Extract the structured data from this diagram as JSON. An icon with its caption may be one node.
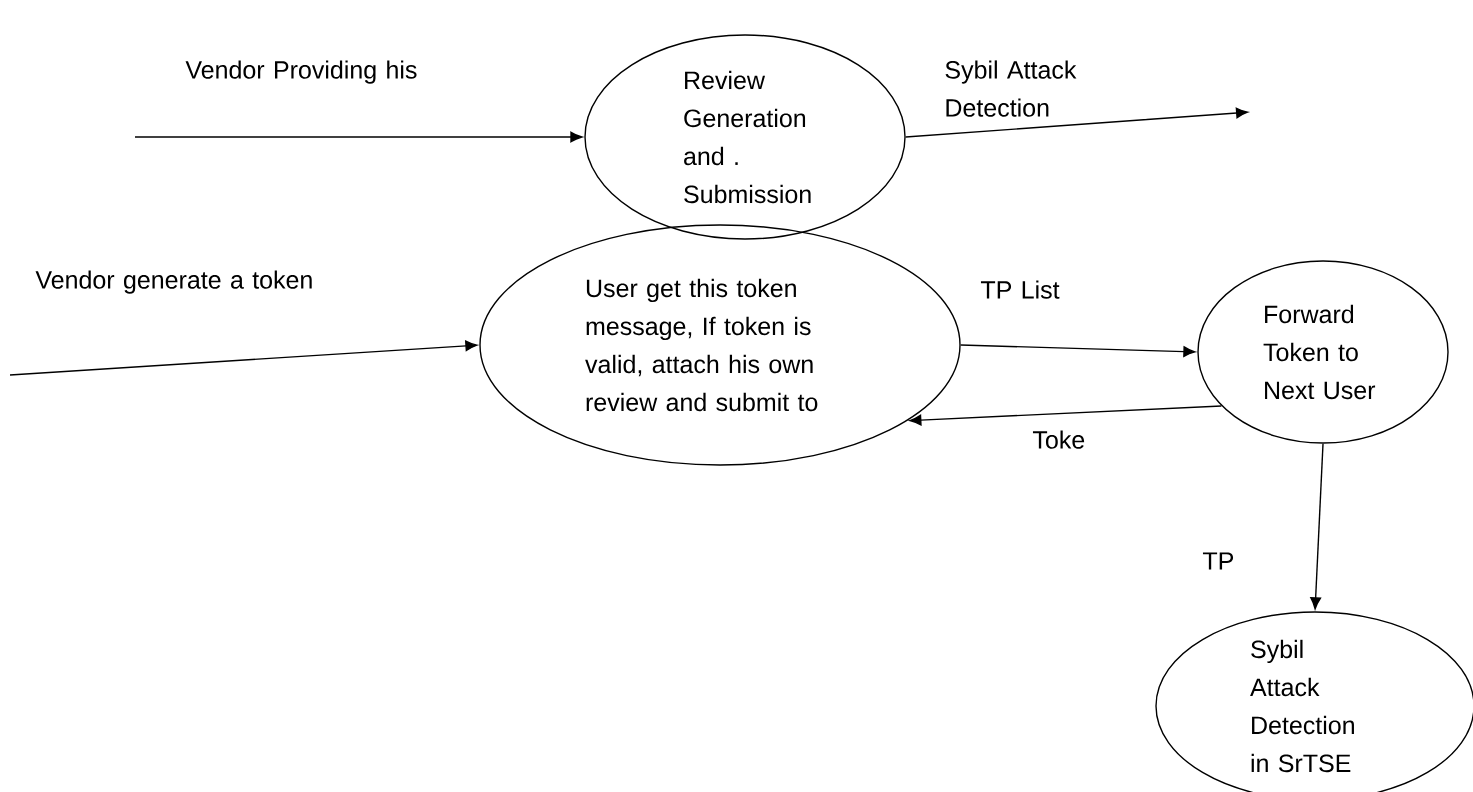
{
  "diagram": {
    "nodes": [
      {
        "text": [
          "Review Generation and . Submission"
        ]
      },
      {
        "text": [
          "User get this token message, If token is valid, attach his own review and submit to"
        ]
      },
      {
        "text": [
          "Forward Token to Next User"
        ]
      },
      {
        "text": [
          "Sybil Attack Detection in SrTSE"
        ]
      }
    ],
    "edges": [
      {
        "from": null,
        "to": 0,
        "arrow": "to",
        "label": "Vendor Providing his"
      },
      {
        "from": 0,
        "to": null,
        "arrow": "to",
        "label": "Sybil Attack Detection"
      },
      {
        "from": null,
        "to": 1,
        "arrow": "to",
        "label": "Vendor generate a token"
      },
      {
        "from": 1,
        "to": 2,
        "arrow": "to",
        "label": "TP List"
      },
      {
        "from": 2,
        "to": 1,
        "arrow": "to",
        "label": "Toke"
      },
      {
        "from": 2,
        "to": 3,
        "arrow": "to",
        "label": "TP"
      }
    ]
  }
}
